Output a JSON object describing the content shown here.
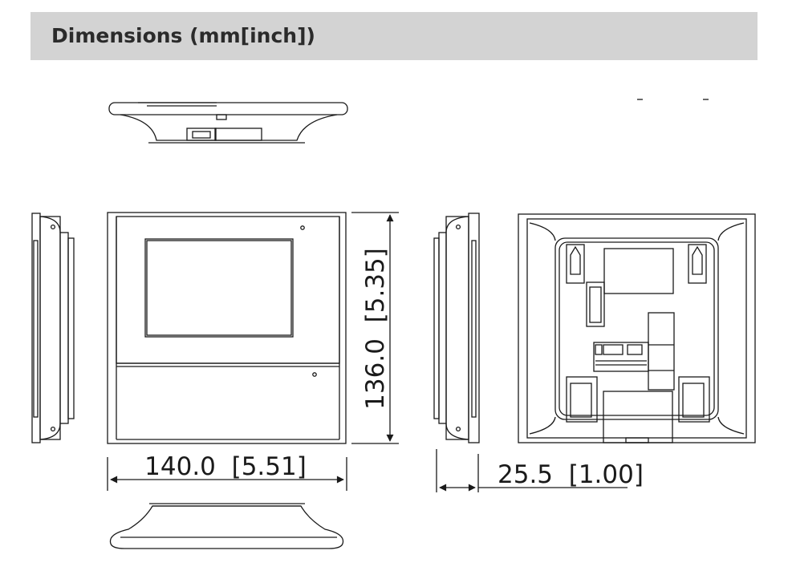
{
  "header": {
    "title": "Dimensions (mm[inch])"
  },
  "dimensions": {
    "width_label": "140.0  [5.51]",
    "height_label": "136.0  [5.35]",
    "depth_label": "25.5  [1.00]"
  },
  "colors": {
    "header_background": "#d3d3d3",
    "line": "#1a1a1a"
  }
}
